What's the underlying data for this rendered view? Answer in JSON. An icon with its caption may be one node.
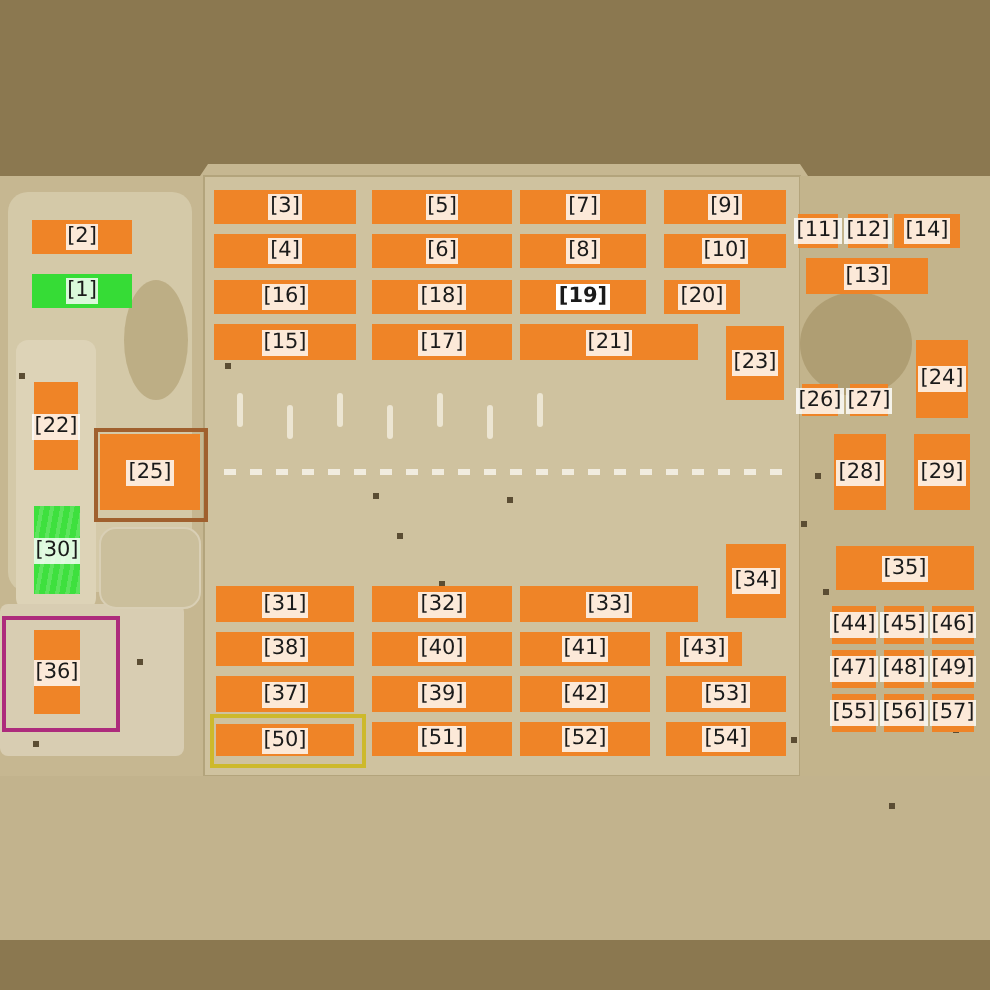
{
  "diagram": {
    "nodes": [
      {
        "text": [
          "[3]"
        ]
      },
      {
        "text": [
          "[5]"
        ]
      },
      {
        "text": [
          "[7]"
        ]
      },
      {
        "text": [
          "[9]"
        ]
      },
      {
        "text": [
          "[11]"
        ]
      },
      {
        "text": [
          "[12]"
        ]
      },
      {
        "text": [
          "[14]"
        ]
      },
      {
        "text": [
          "[2]"
        ]
      },
      {
        "text": [
          "[4]"
        ]
      },
      {
        "text": [
          "[6]"
        ]
      },
      {
        "text": [
          "[8]"
        ]
      },
      {
        "text": [
          "[10]"
        ]
      },
      {
        "text": [
          "[13]"
        ]
      },
      {
        "text": [
          "[1]"
        ]
      },
      {
        "text": [
          "[16]"
        ]
      },
      {
        "text": [
          "[18]"
        ]
      },
      {
        "text": [
          "[19]"
        ]
      },
      {
        "text": [
          "[20]"
        ]
      },
      {
        "text": [
          "[15]"
        ]
      },
      {
        "text": [
          "[17]"
        ]
      },
      {
        "text": [
          "[21]"
        ]
      },
      {
        "text": [
          "[23]"
        ]
      },
      {
        "text": [
          "[24]"
        ]
      },
      {
        "text": [
          "[22]"
        ]
      },
      {
        "text": [
          "[26]"
        ]
      },
      {
        "text": [
          "[27]"
        ]
      },
      {
        "text": [],
        "shape": "box"
      },
      {
        "text": [
          "[25]"
        ],
        "in": 26
      },
      {
        "text": [
          "[28]"
        ]
      },
      {
        "text": [
          "[29]"
        ]
      },
      {
        "text": [
          "[30]"
        ]
      },
      {
        "text": [
          "[34]"
        ]
      },
      {
        "text": [
          "[35]"
        ]
      },
      {
        "text": [
          "[31]"
        ]
      },
      {
        "text": [
          "[32]"
        ]
      },
      {
        "text": [
          "[33]"
        ]
      },
      {
        "text": [
          "[44]"
        ]
      },
      {
        "text": [
          "[45]"
        ]
      },
      {
        "text": [
          "[46]"
        ]
      },
      {
        "text": [],
        "shape": "box"
      },
      {
        "text": [
          "[36]"
        ],
        "in": 39
      },
      {
        "text": [
          "[38]"
        ]
      },
      {
        "text": [
          "[40]"
        ]
      },
      {
        "text": [
          "[41]"
        ]
      },
      {
        "text": [
          "[43]"
        ]
      },
      {
        "text": [
          "[47]"
        ]
      },
      {
        "text": [
          "[48]"
        ]
      },
      {
        "text": [
          "[49]"
        ]
      },
      {
        "text": [
          "[37]"
        ]
      },
      {
        "text": [
          "[39]"
        ]
      },
      {
        "text": [
          "[42]"
        ]
      },
      {
        "text": [
          "[53]"
        ]
      },
      {
        "text": [
          "[55]"
        ]
      },
      {
        "text": [
          "[56]"
        ]
      },
      {
        "text": [
          "[57]"
        ]
      },
      {
        "text": [],
        "shape": "box"
      },
      {
        "text": [
          "[50]"
        ],
        "in": 55
      },
      {
        "text": [
          "[51]"
        ]
      },
      {
        "text": [
          "[52]"
        ]
      },
      {
        "text": [
          "[54]"
        ]
      }
    ]
  }
}
